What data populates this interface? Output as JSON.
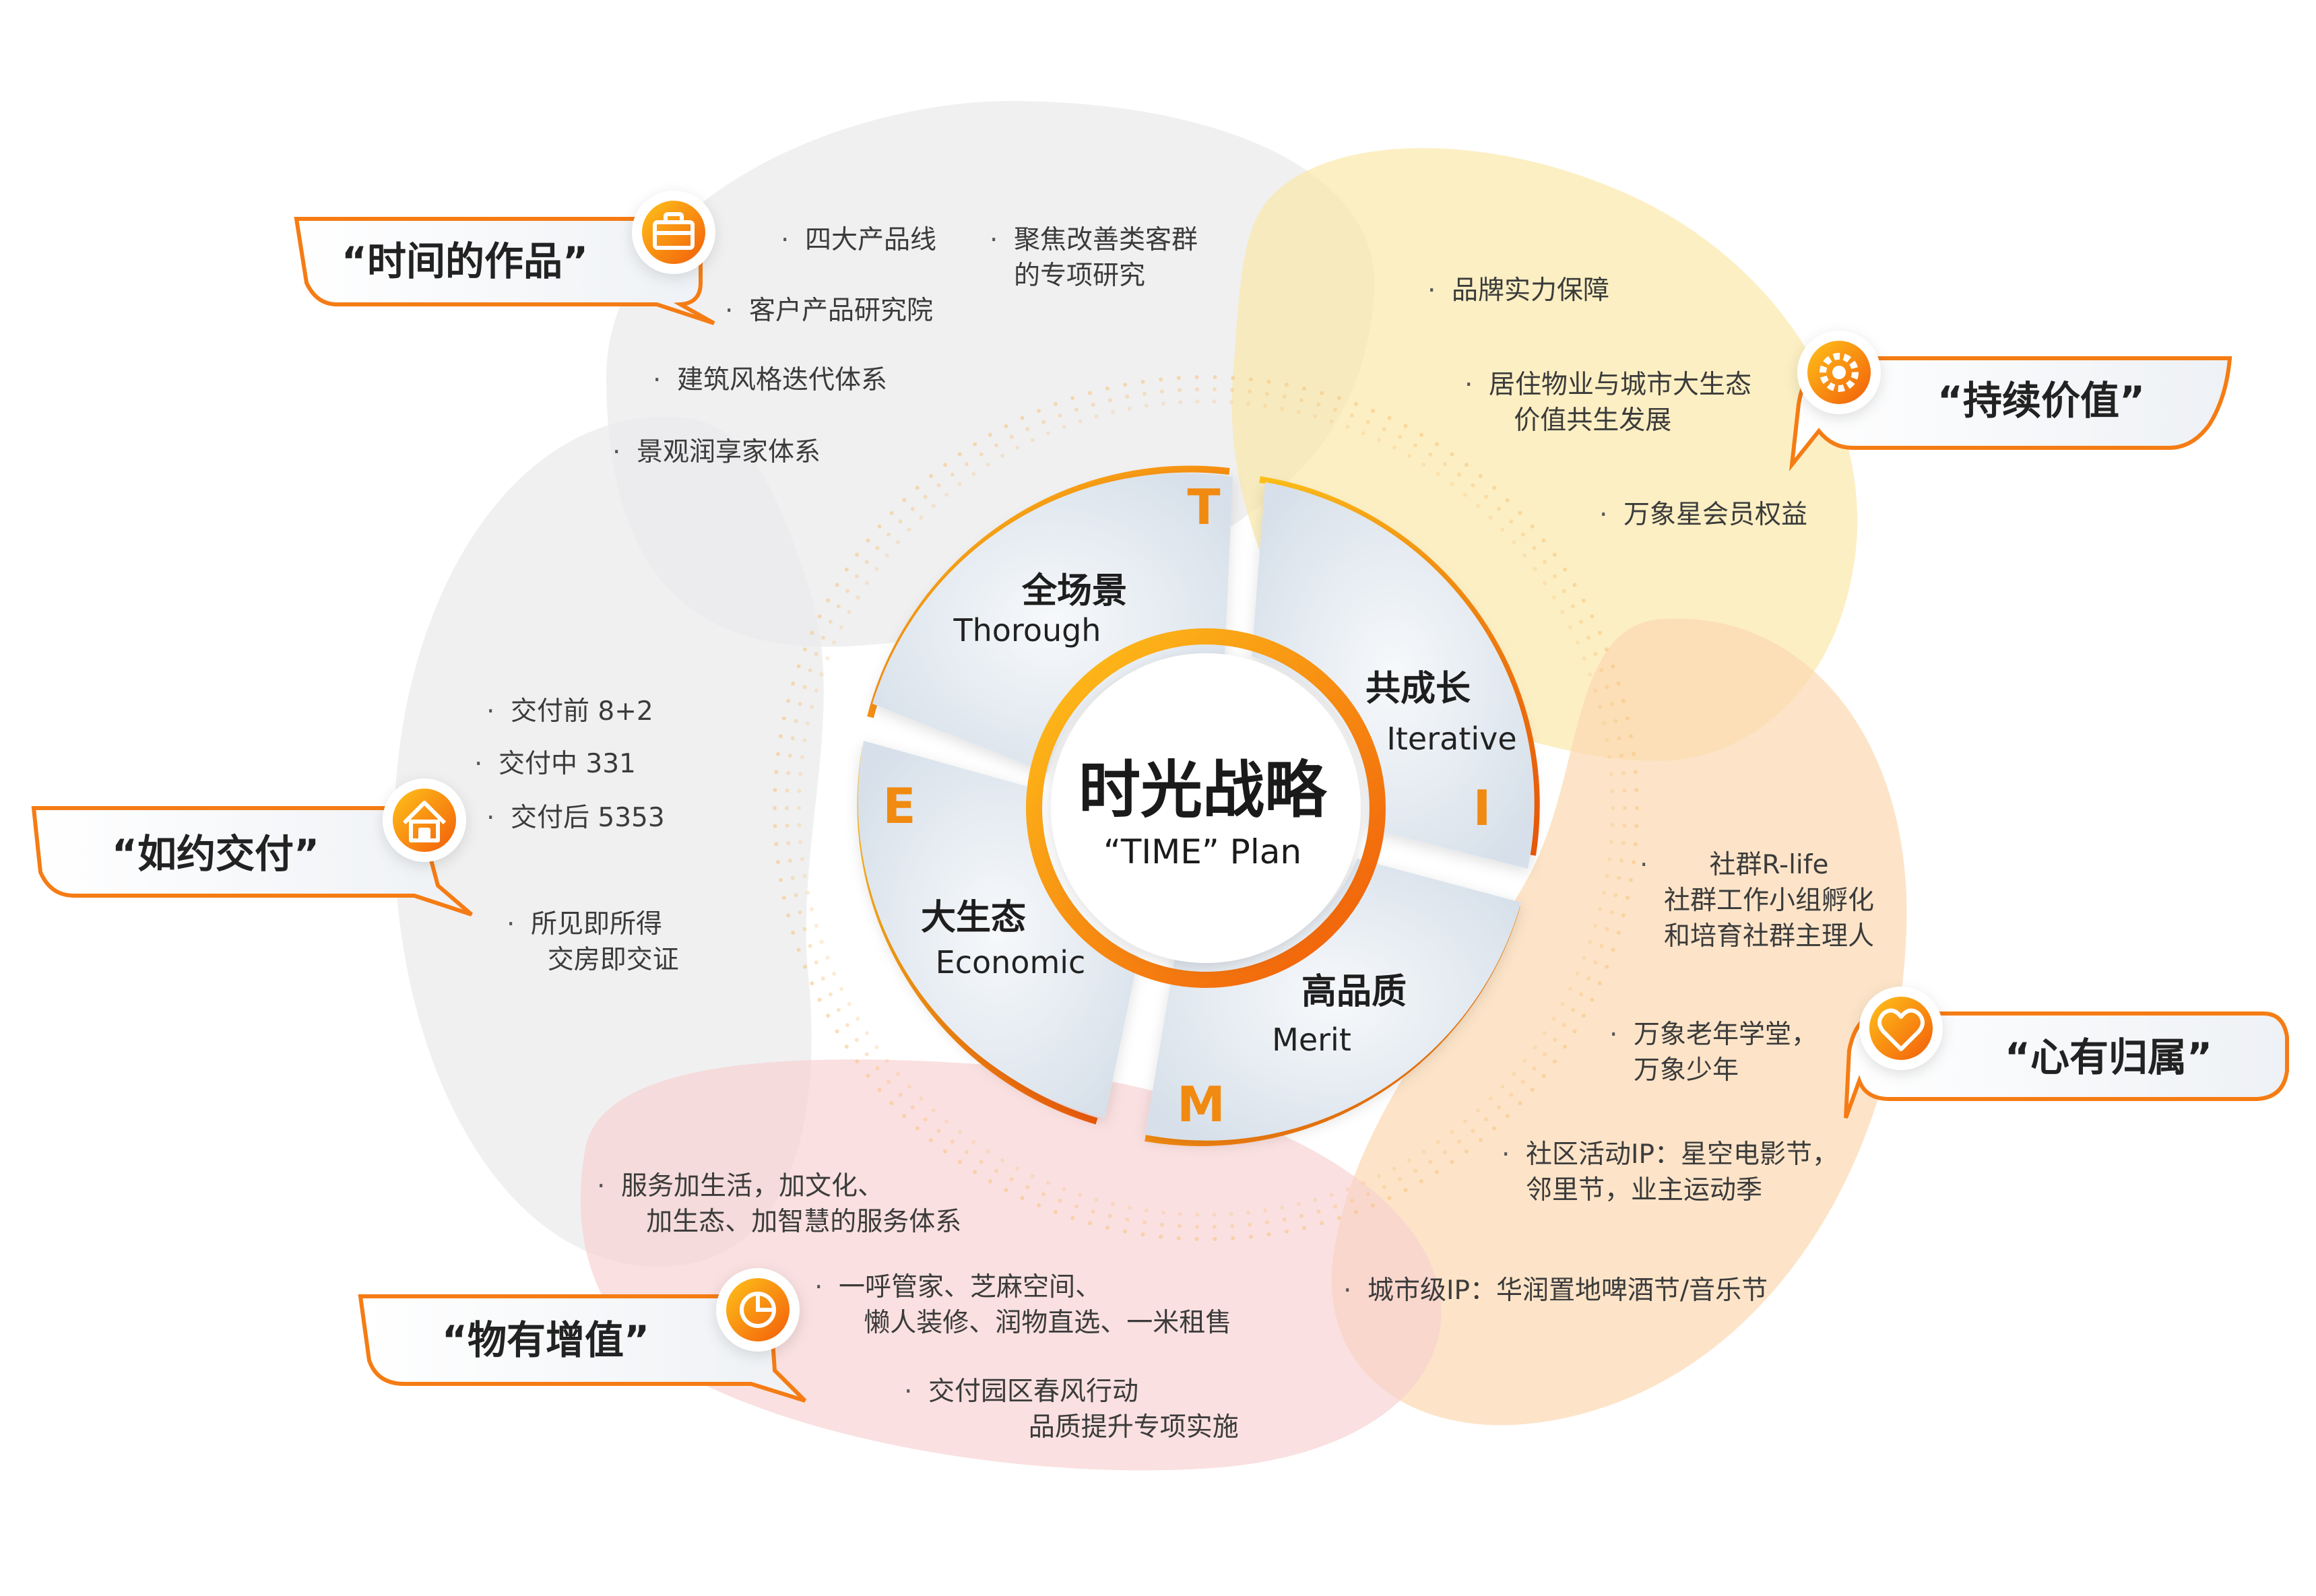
{
  "center": {
    "title": "时光战略",
    "subtitle": "“TIME” Plan"
  },
  "quadrants": [
    {
      "letter": "T",
      "title": "全场景",
      "subtitle": "Thorough"
    },
    {
      "letter": "I",
      "title": "共成长",
      "subtitle": "Iterative"
    },
    {
      "letter": "M",
      "title": "高品质",
      "subtitle": "Merit"
    },
    {
      "letter": "E",
      "title": "大生态",
      "subtitle": "Economic"
    }
  ],
  "labels": [
    {
      "id": "works",
      "text": "“时间的作品”",
      "icon": "briefcase-icon"
    },
    {
      "id": "value",
      "text": "“持续价值”",
      "icon": "gear-icon"
    },
    {
      "id": "delivery",
      "text": "“如约交付”",
      "icon": "home-icon"
    },
    {
      "id": "belonging",
      "text": "“心有归属”",
      "icon": "heart-icon"
    },
    {
      "id": "appreciation",
      "text": "“物有增值”",
      "icon": "pie-chart-icon"
    }
  ],
  "items": {
    "works": [
      "四大产品线",
      "聚焦改善类客群\n的专项研究",
      "客户产品研究院",
      "建筑风格迭代体系",
      "景观润享家体系"
    ],
    "value": [
      "品牌实力保障",
      "居住物业与城市大生态\n   价值共生发展",
      "万象星会员权益"
    ],
    "delivery": [
      "交付前 8+2",
      "交付中 331",
      "交付后 5353",
      "所见即所得\n  交房即交证"
    ],
    "belonging": [
      "社群R-life\n社群工作小组孵化\n和培育社群主理人",
      "万象老年学堂，\n万象少年",
      "社区活动IP：星空电影节，\n邻里节，业主运动季",
      "城市级IP：华润置地啤酒节/音乐节"
    ],
    "appreciation": [
      "服务加生活，加文化、\n   加生态、加智慧的服务体系",
      "一呼管家、芝麻空间、\n   懒人装修、润物直选、一米租售",
      "交付园区春风行动\n            品质提升专项实施"
    ]
  },
  "colors": {
    "accent": "#f57c14",
    "accent_light": "#ffc21a",
    "gray_blob": "#e9e9ea",
    "yellow_blob": "#fbe7a5",
    "orange_blob": "#fbd9b0",
    "pink_blob": "#f9d2d2",
    "sector_fill": "#e6ecf2"
  }
}
